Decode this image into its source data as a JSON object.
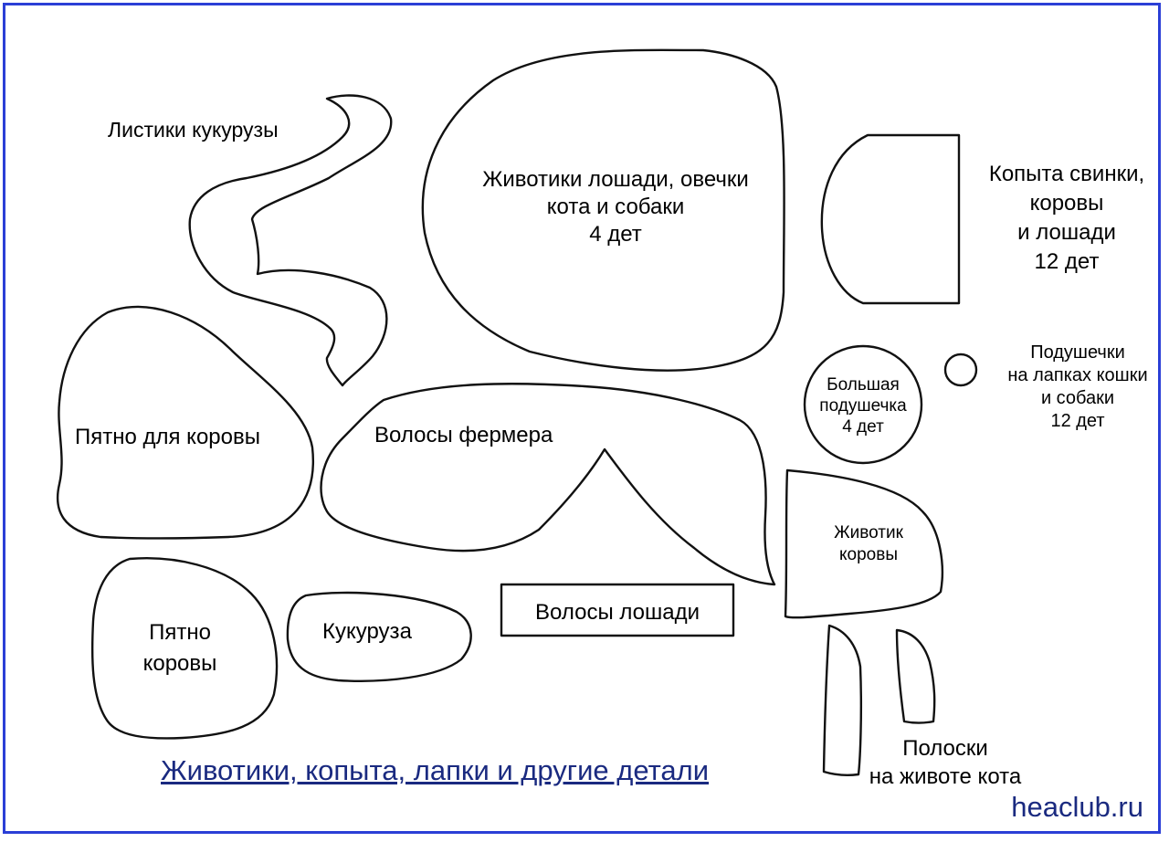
{
  "colors": {
    "frame": "#2b3fd6",
    "link": "#1a2a80",
    "outline": "#111111"
  },
  "pieces": {
    "corn_leaves": "Листики кукурузы",
    "bellies_horse": [
      "Животики лошади, овечки",
      "кота и собаки",
      "4 дет"
    ],
    "hooves": [
      "Копыта свинки,",
      "коровы",
      "и лошади",
      "12 дет"
    ],
    "paw_pads": [
      "Подушечки",
      "на лапках кошки",
      "и собаки",
      "12 дет"
    ],
    "big_pad": [
      "Большая",
      "подушечка",
      "4 дет"
    ],
    "cow_spot": "Пятно для коровы",
    "farmer_hair": "Волосы фермера",
    "cow_belly": [
      "Животик",
      "коровы"
    ],
    "cow_spot_small": [
      "Пятно",
      "коровы"
    ],
    "corn": "Кукуруза",
    "horse_hair": "Волосы лошади",
    "cat_stripes": [
      "Полоски",
      "на животе кота"
    ]
  },
  "footer": {
    "title": "Животики, копыта, лапки и другие детали",
    "site": "heaclub.ru"
  }
}
